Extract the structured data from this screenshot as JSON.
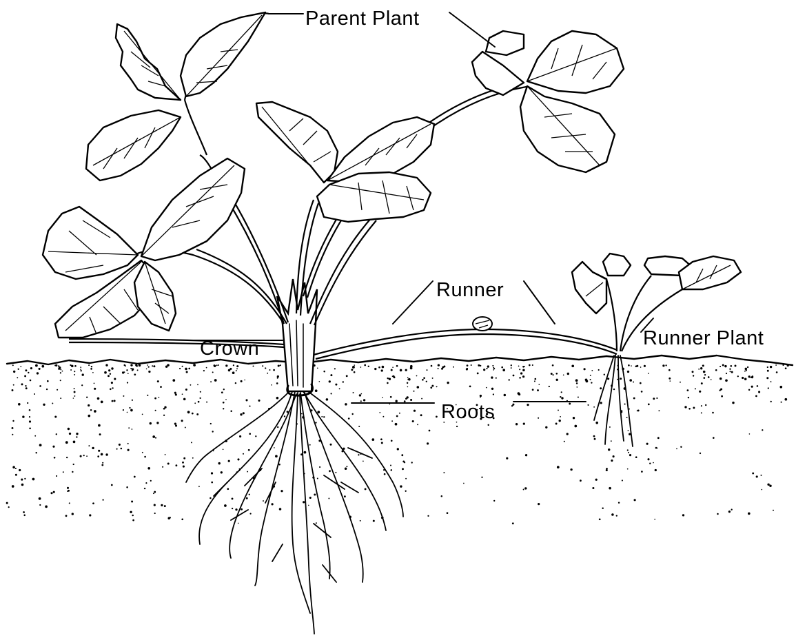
{
  "labels": {
    "parent_plant": "Parent Plant",
    "runner": "Runner",
    "runner_plant": "Runner Plant",
    "crown": "Crown",
    "roots": "Roots"
  },
  "colors": {
    "ink": "#000000",
    "paper": "#ffffff"
  }
}
